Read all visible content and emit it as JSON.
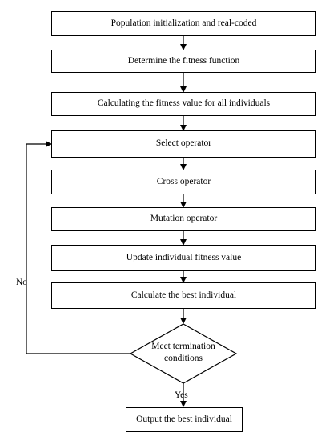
{
  "flowchart": {
    "steps": [
      "Population initialization and real-coded",
      "Determine the fitness function",
      "Calculating the fitness value for all individuals",
      "Select operator",
      "Cross operator",
      "Mutation operator",
      "Update individual fitness value",
      "Calculate the best individual"
    ],
    "decision": {
      "line1": "Meet termination",
      "line2": "conditions"
    },
    "no_label": "No",
    "yes_label": "Yes",
    "output": "Output the best individual"
  },
  "colors": {
    "stroke": "#000000",
    "background": "#ffffff"
  }
}
